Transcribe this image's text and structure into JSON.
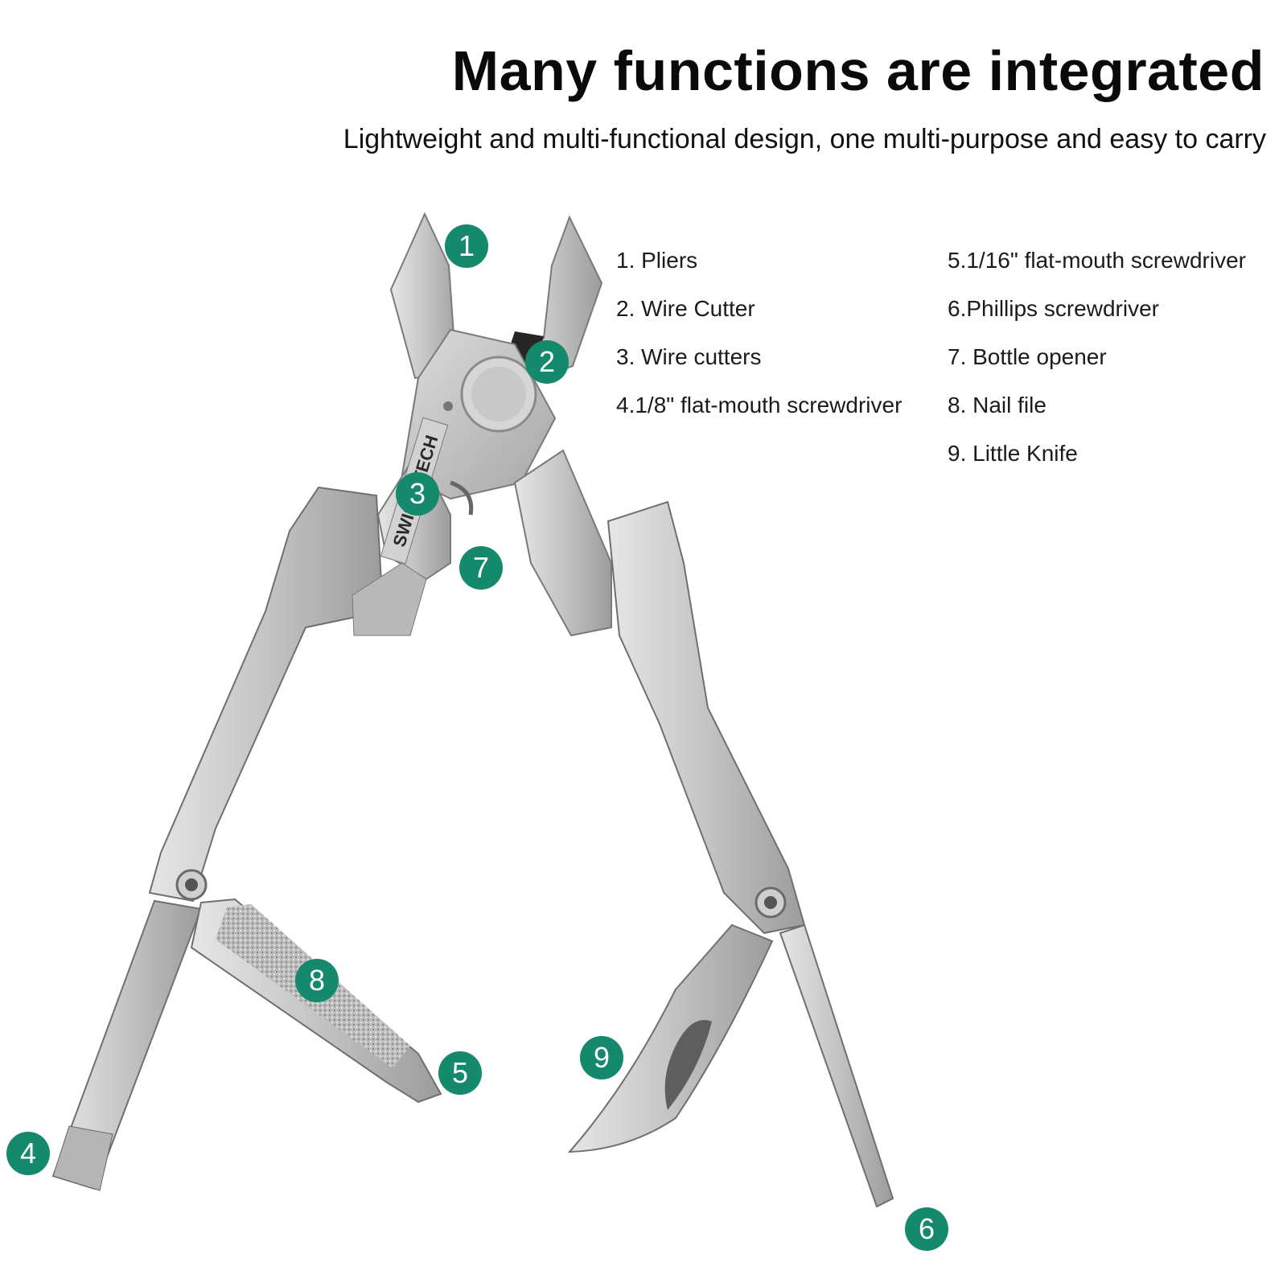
{
  "header": {
    "title": "Many functions are integrated",
    "subtitle": "Lightweight and multi-functional design, one multi-purpose and easy to carry"
  },
  "features": {
    "col1": [
      "1. Pliers",
      "2. Wire Cutter",
      "3. Wire cutters",
      "4.1/8\" flat-mouth screwdriver"
    ],
    "col2": [
      "5.1/16\" flat-mouth screwdriver",
      "6.Phillips screwdriver",
      "7. Bottle opener",
      "8. Nail file",
      "9. Little Knife"
    ]
  },
  "callouts": [
    "1",
    "2",
    "3",
    "4",
    "5",
    "6",
    "7",
    "8",
    "9"
  ],
  "product": {
    "brand_engraving": "SWISS+TECH"
  },
  "colors": {
    "badge": "#14896b",
    "metal": "#c9c9c9",
    "metal_dark": "#8e8e8e",
    "text": "#111111"
  }
}
